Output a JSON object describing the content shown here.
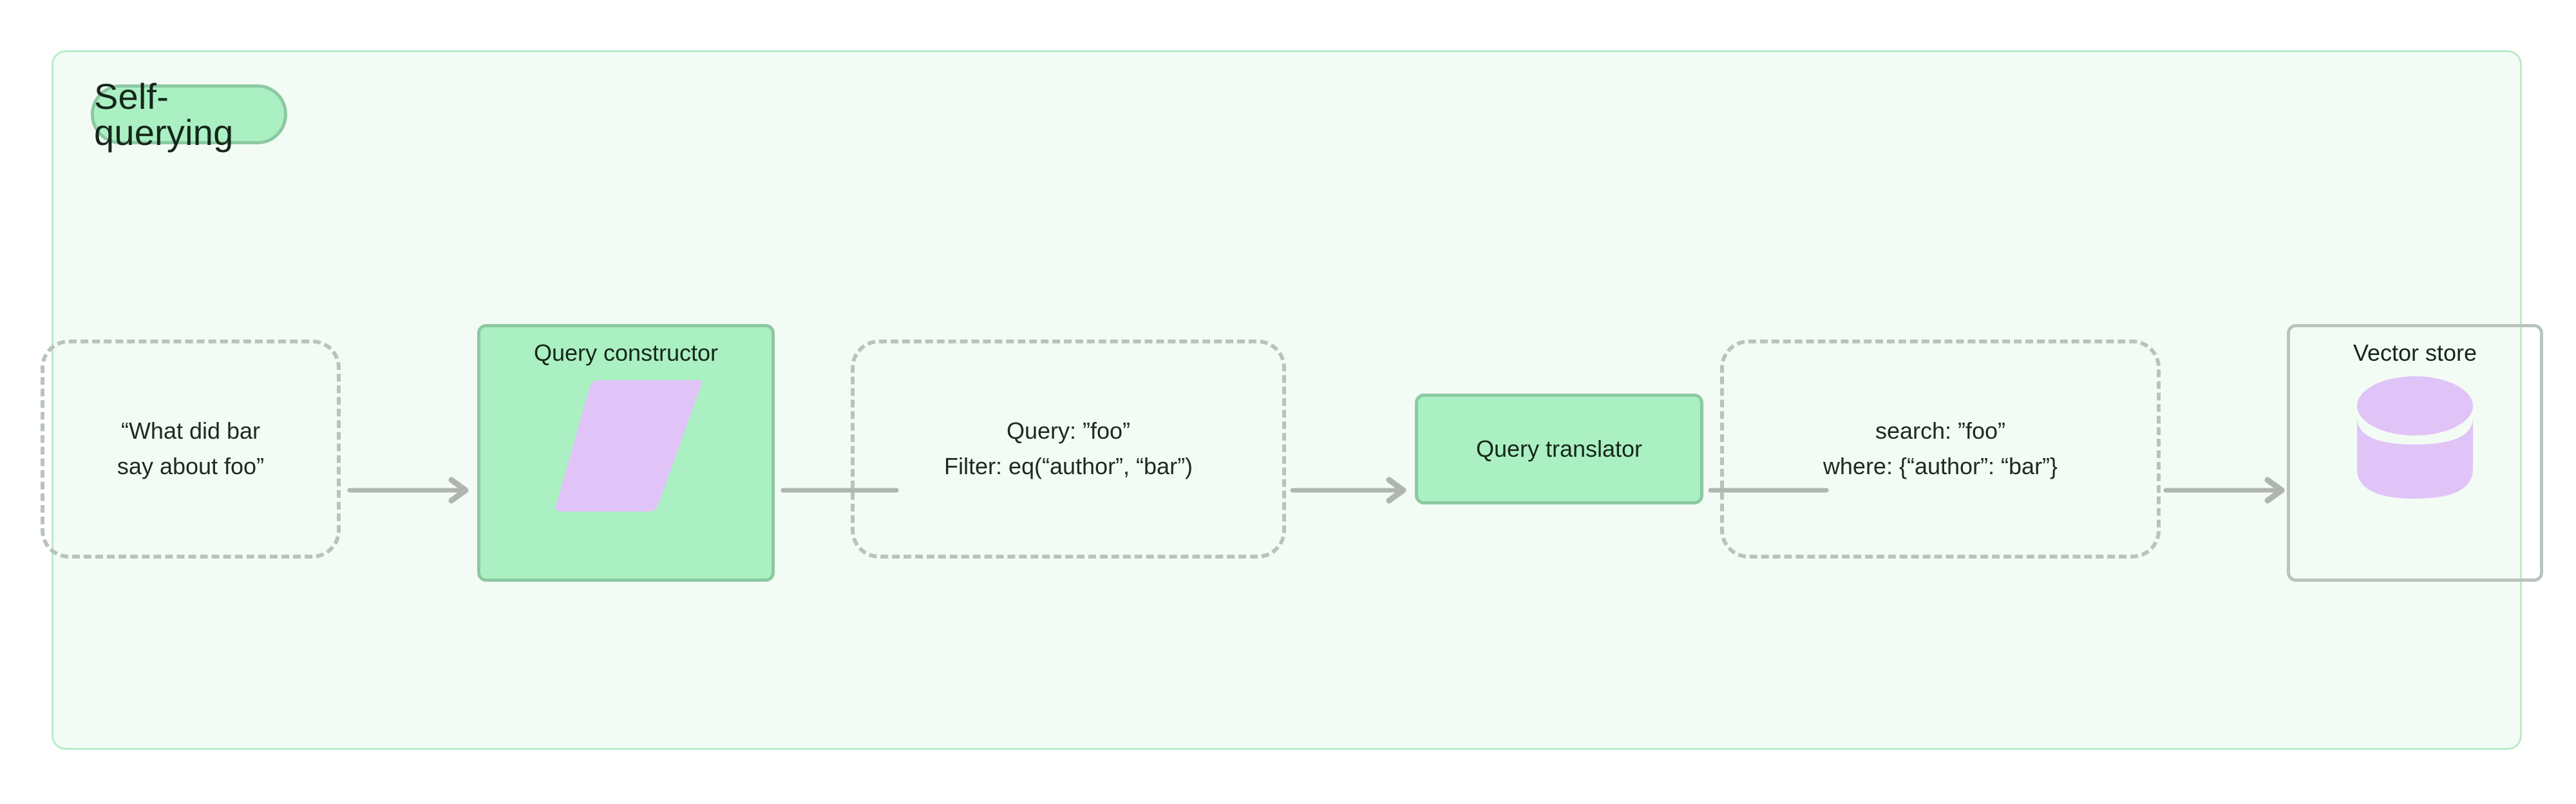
{
  "diagram": {
    "title": "Self-querying",
    "accent_green_fill": "#abf0c2",
    "accent_green_border": "#8cc9a2",
    "frame_fill": "#f3fbf5",
    "frame_border": "#b9ecca",
    "dashed_border_color": "#b9c3bd",
    "icon_purple": "#e0c4f7",
    "text_color": "#15261a",
    "connector_color": "#b0b5b2",
    "nodes": [
      {
        "id": "user-question",
        "kind": "dashed",
        "text": "“What did bar\nsay about foo”"
      },
      {
        "id": "query-constructor",
        "kind": "green",
        "title": "Query constructor",
        "icon": "parallelogram-icon"
      },
      {
        "id": "structured-query",
        "kind": "dashed",
        "text": "Query: ”foo”\nFilter: eq(“author”, “bar”)"
      },
      {
        "id": "query-translator",
        "kind": "green",
        "title": "Query translator"
      },
      {
        "id": "native-query",
        "kind": "dashed",
        "text": "search: ”foo”\nwhere: {“author”: “bar”}"
      },
      {
        "id": "vector-store",
        "kind": "store",
        "title": "Vector store",
        "icon": "database-cylinder-icon"
      }
    ],
    "connectors": [
      {
        "id": "c1",
        "from": "user-question",
        "to": "query-constructor",
        "arrowhead": true
      },
      {
        "id": "c2",
        "from": "query-constructor",
        "to": "structured-query",
        "arrowhead": false
      },
      {
        "id": "c3",
        "from": "structured-query",
        "to": "query-translator",
        "arrowhead": true
      },
      {
        "id": "c4",
        "from": "query-translator",
        "to": "native-query",
        "arrowhead": false
      },
      {
        "id": "c5",
        "from": "native-query",
        "to": "vector-store",
        "arrowhead": true
      }
    ]
  }
}
